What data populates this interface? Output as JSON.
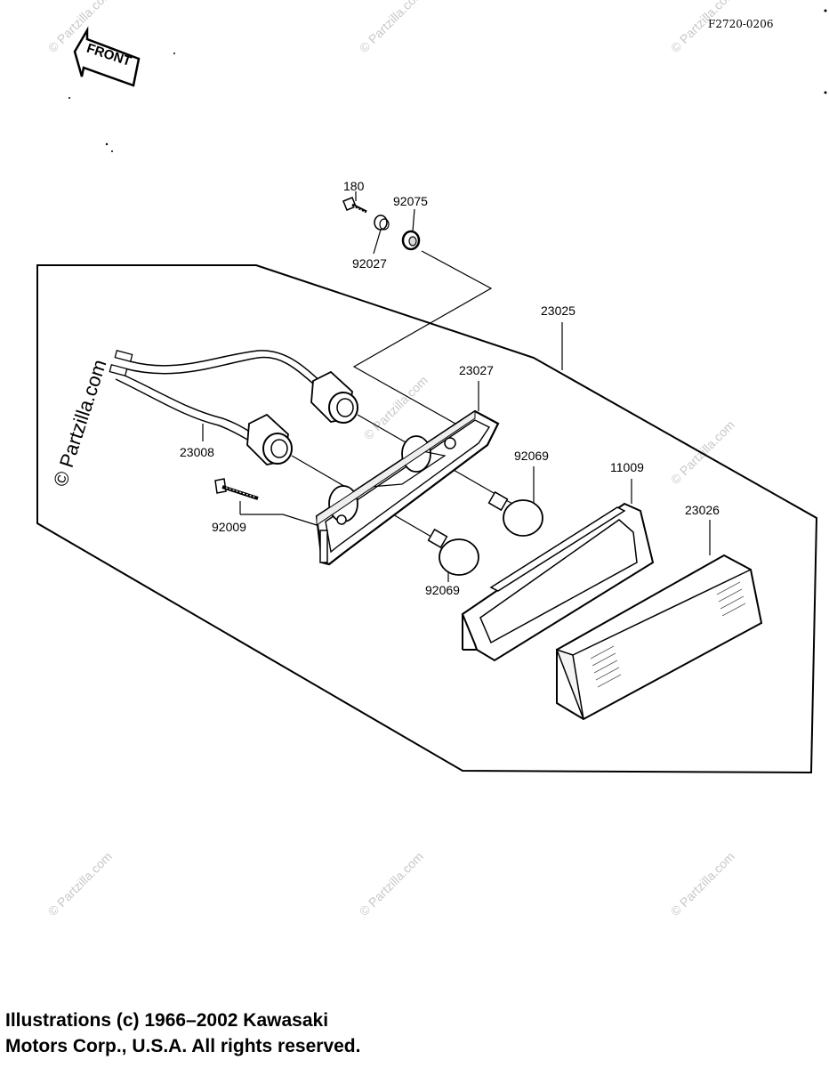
{
  "diagram": {
    "drawing_code": "F2720-0206",
    "front_label": "FRONT",
    "parts": {
      "p180": "180",
      "p92075": "92075",
      "p92027": "92027",
      "p23025": "23025",
      "p23027": "23027",
      "p23008": "23008",
      "p92069_a": "92069",
      "p11009": "11009",
      "p23026": "23026",
      "p92009": "92009",
      "p92069_b": "92069"
    },
    "watermark": "© Partzilla.com",
    "copyright_line1": "Illustrations (c) 1966–2002 Kawasaki",
    "copyright_line2": "Motors Corp., U.S.A.  All rights reserved."
  }
}
